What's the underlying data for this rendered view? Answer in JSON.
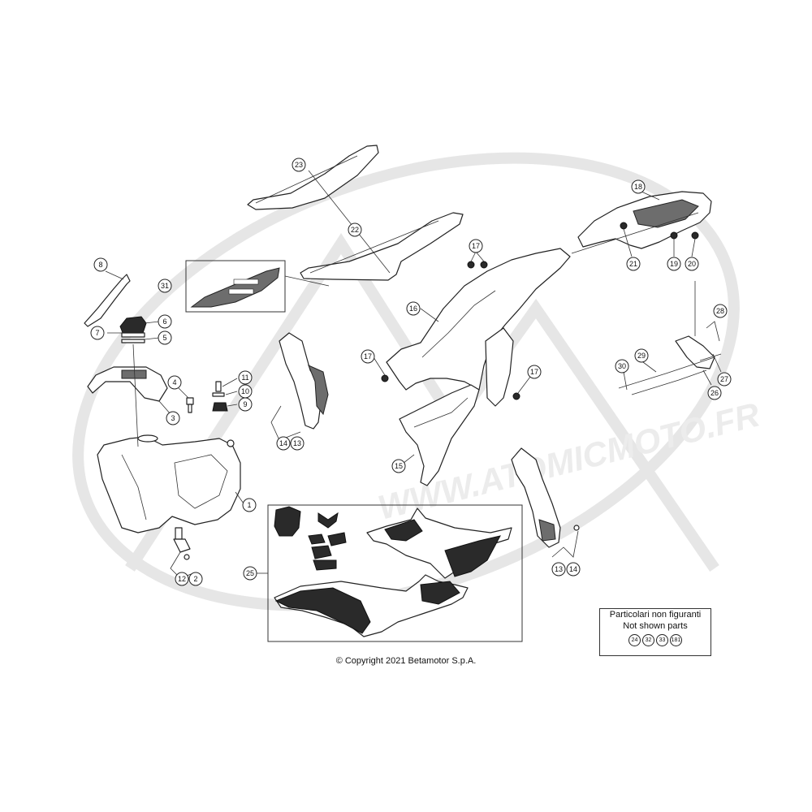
{
  "copyright": "© Copyright 2021 Betamotor S.p.A.",
  "watermark": "WWW.ATOMICMOTO.FR",
  "not_shown": {
    "line1": "Particolari non figuranti",
    "line2": "Not shown parts",
    "parts": [
      "24",
      "32",
      "33",
      "181"
    ]
  },
  "callouts": {
    "c1": "1",
    "c2": "2",
    "c3": "3",
    "c4": "4",
    "c5": "5",
    "c6": "6",
    "c7": "7",
    "c8": "8",
    "c9": "9",
    "c10": "10",
    "c11": "11",
    "c12": "12",
    "c13a": "13",
    "c13b": "13",
    "c14a": "14",
    "c14b": "14",
    "c15": "15",
    "c16": "16",
    "c17a": "17",
    "c17b": "17",
    "c17c": "17",
    "c18": "18",
    "c19": "19",
    "c20": "20",
    "c21": "21",
    "c22": "22",
    "c23": "23",
    "c25": "25",
    "c26": "26",
    "c27": "27",
    "c28": "28",
    "c29": "29",
    "c30": "30",
    "c31": "31"
  },
  "colors": {
    "line": "#222222",
    "decal_dark": "#2a2a2a",
    "watermark": "#e6e6e6"
  }
}
